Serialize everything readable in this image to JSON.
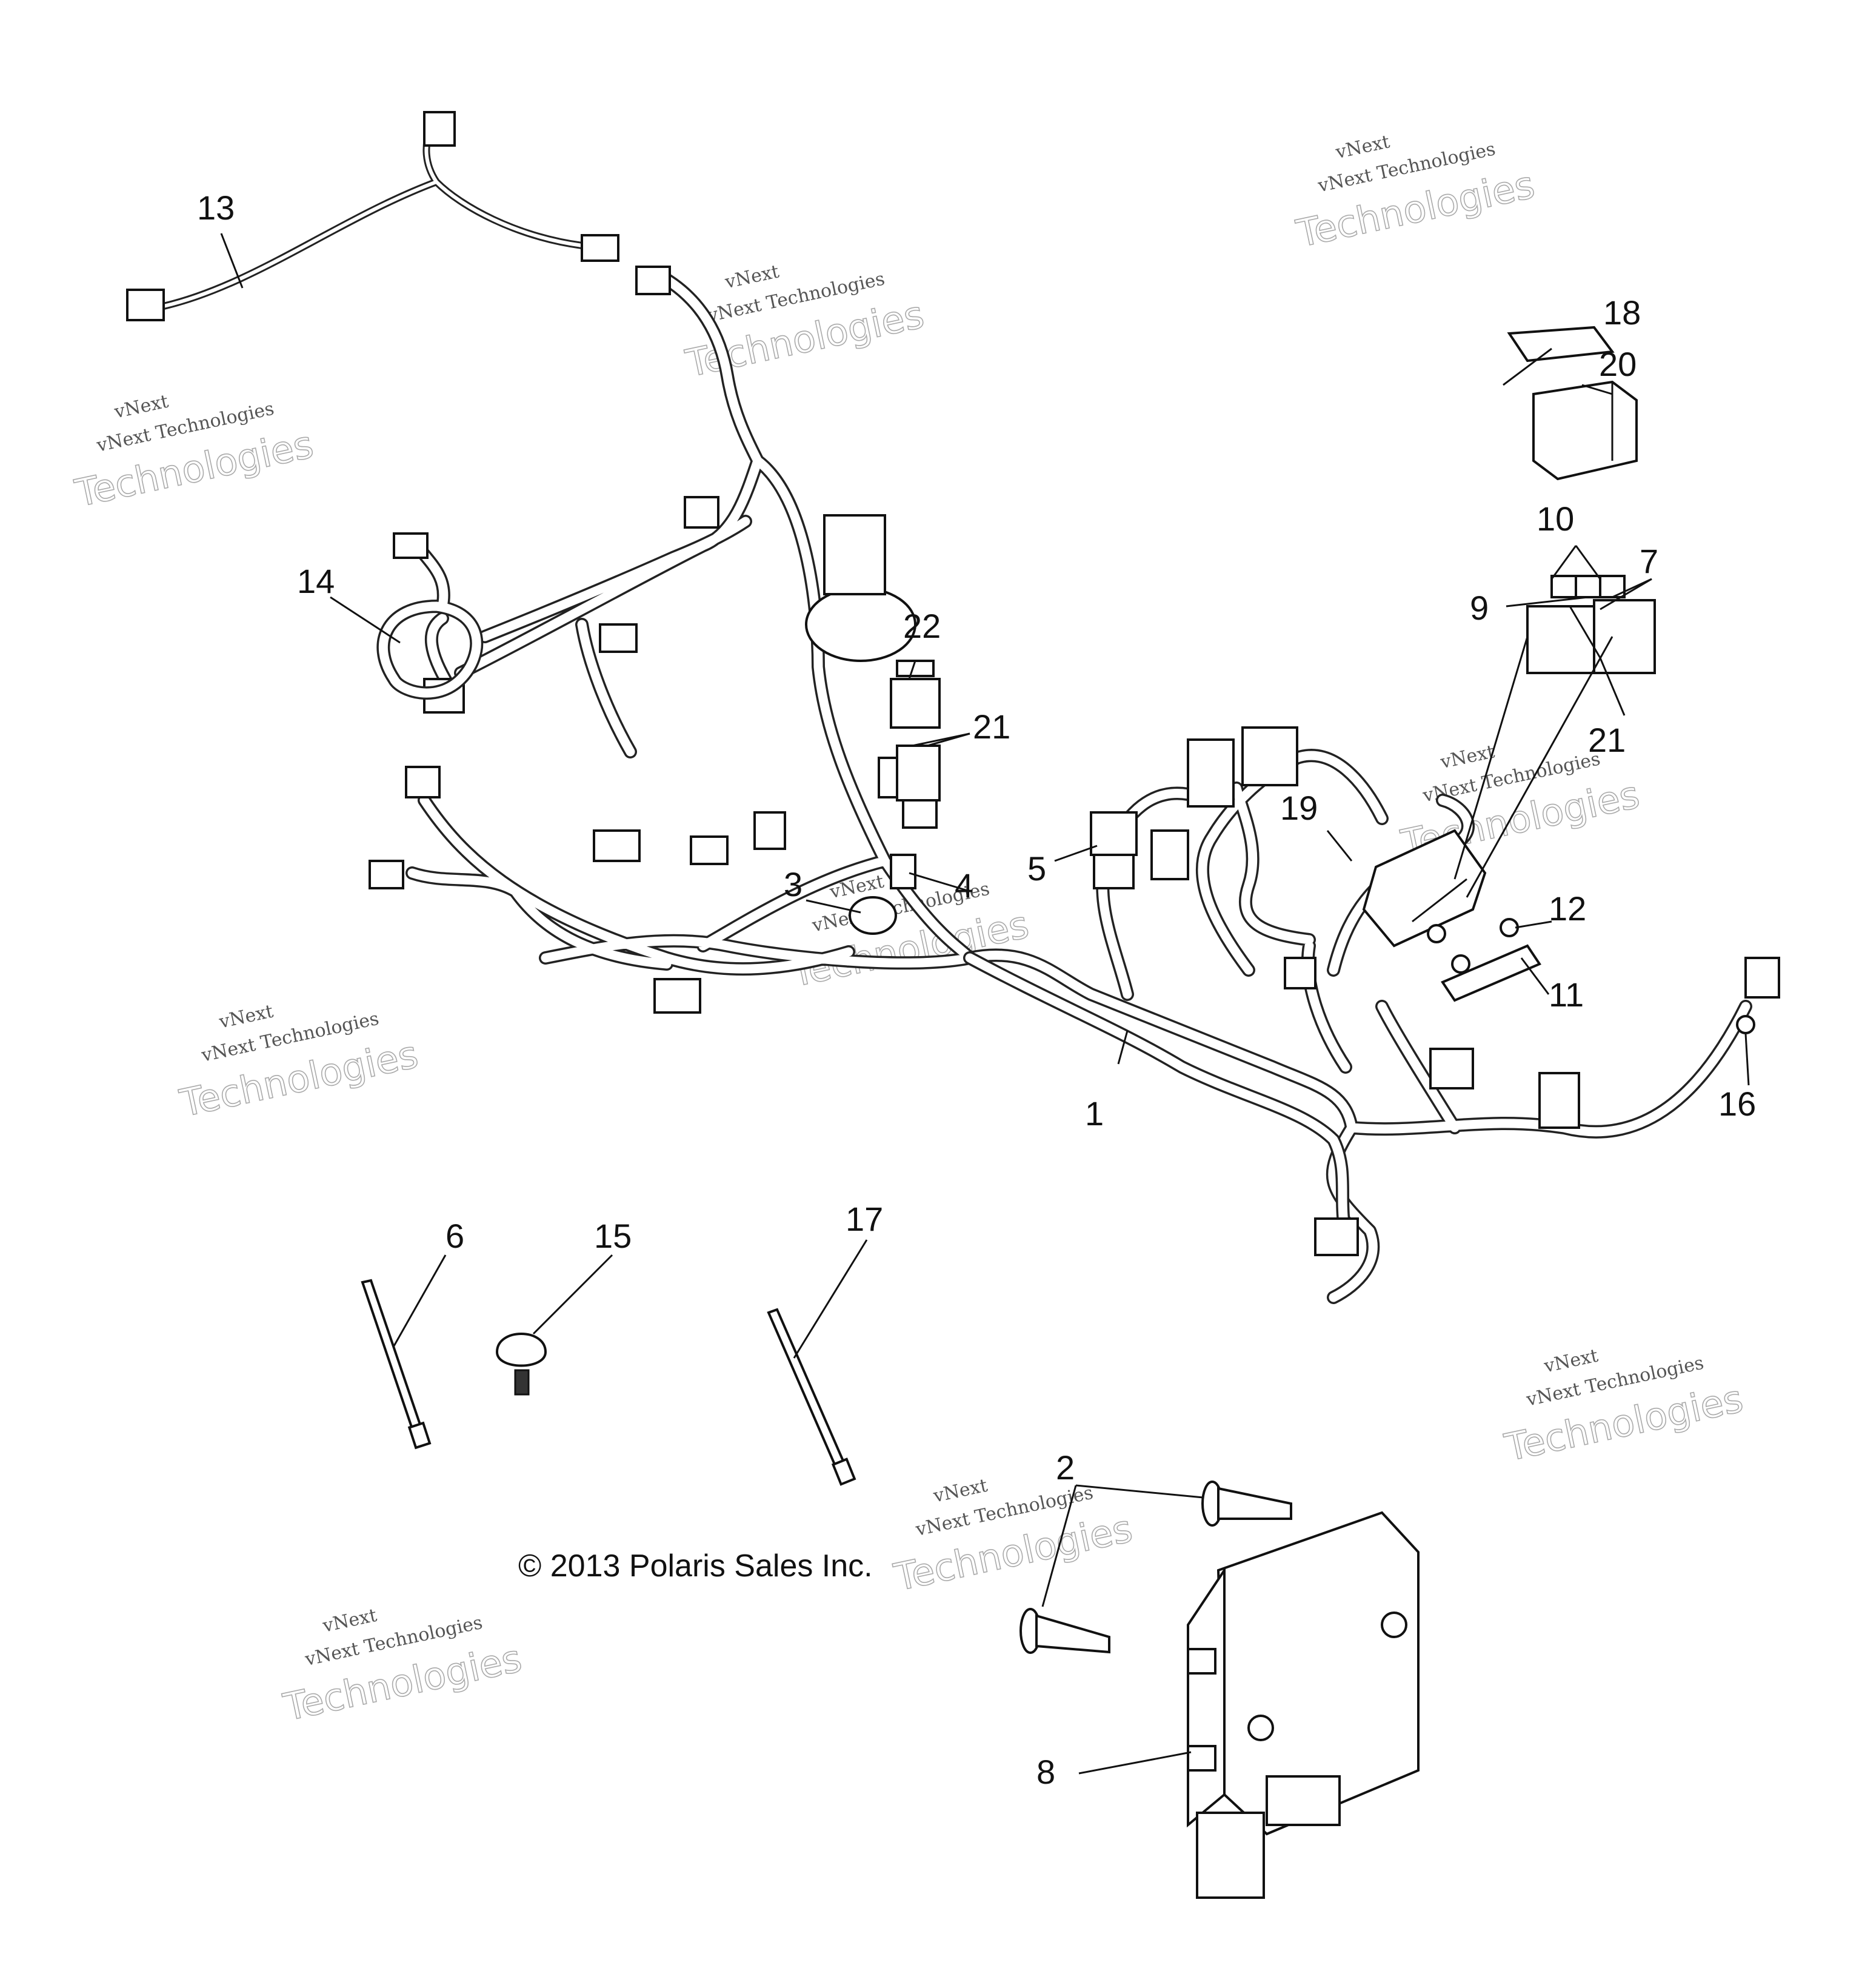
{
  "callouts": {
    "c1": "1",
    "c2": "2",
    "c3": "3",
    "c4": "4",
    "c5": "5",
    "c6": "6",
    "c7": "7",
    "c8": "8",
    "c9": "9",
    "c10": "10",
    "c11": "11",
    "c12": "12",
    "c13": "13",
    "c14": "14",
    "c15": "15",
    "c16": "16",
    "c17": "17",
    "c18": "18",
    "c19": "19",
    "c20": "20",
    "c21a": "21",
    "c21b": "21",
    "c22": "22"
  },
  "copyright": "© 2013 Polaris Sales Inc.",
  "watermark": {
    "line1": "vNext",
    "line2": "vNext Technologies",
    "line3": "Technologies"
  }
}
